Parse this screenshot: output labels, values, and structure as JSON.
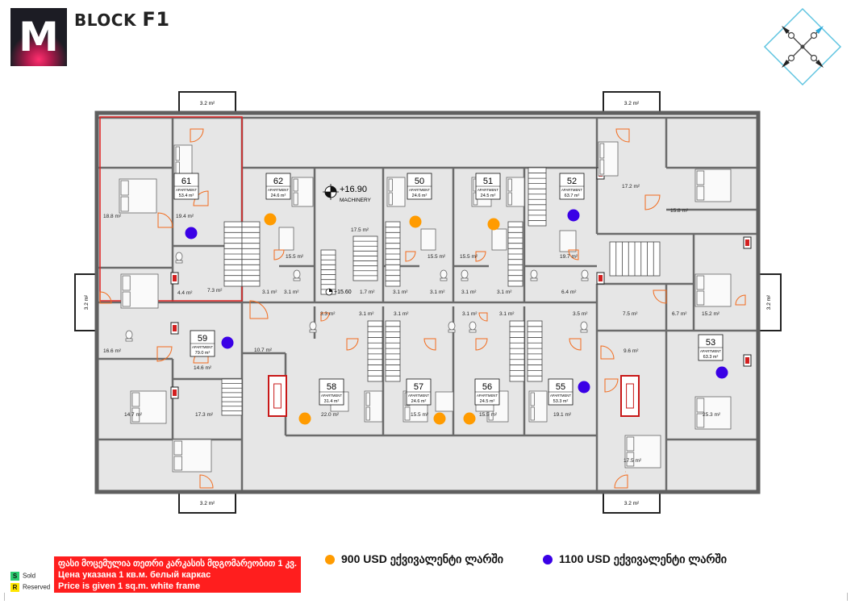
{
  "header": {
    "brand_letter": "M",
    "title_prefix": "BLOCK",
    "title_suffix": "F1"
  },
  "colors": {
    "wall": "#5f5f5f",
    "floor": "#e6e6e6",
    "orange": "#ff9b00",
    "purple": "#3a00e6",
    "red_frame": "#e02424",
    "door": "#f26b1d",
    "legend_bg": "#ff1e1e",
    "compass": "#5fc4e0"
  },
  "balconies": {
    "top_left": "3.2 m²",
    "top_right": "3.2 m²",
    "left": "3.2 m²",
    "right": "3.2 m²",
    "bottom_left": "3.2 m²",
    "bottom_right": "3.2 m²"
  },
  "apartments": [
    {
      "no": "61",
      "label": "APARTMENT",
      "area": "53.4 m²",
      "price": "purple"
    },
    {
      "no": "62",
      "label": "APARTMENT",
      "area": "24.6 m²",
      "price": "orange"
    },
    {
      "no": "50",
      "label": "APARTMENT",
      "area": "24.6 m²",
      "price": "orange"
    },
    {
      "no": "51",
      "label": "APARTMENT",
      "area": "24.5 m²",
      "price": "orange"
    },
    {
      "no": "52",
      "label": "APARTMENT",
      "area": "63.7 m²",
      "price": "purple"
    },
    {
      "no": "59",
      "label": "APARTMENT",
      "area": "79.0 m²",
      "price": "purple"
    },
    {
      "no": "53",
      "label": "APARTMENT",
      "area": "63.3 m²",
      "price": "purple"
    },
    {
      "no": "58",
      "label": "APARTMENT",
      "area": "31.4 m²",
      "price": "orange"
    },
    {
      "no": "57",
      "label": "APARTMENT",
      "area": "24.6 m²",
      "price": "orange"
    },
    {
      "no": "56",
      "label": "APARTMENT",
      "area": "24.5 m²",
      "price": "orange"
    },
    {
      "no": "55",
      "label": "APARTMENT",
      "area": "53.3 m²",
      "price": "purple"
    }
  ],
  "machinery": {
    "level": "+16.90",
    "label": "MACHINERY",
    "sub_level": "+15.60"
  },
  "room_areas": [
    "18.8 m²",
    "19.4 m²",
    "7.3 m²",
    "4.4 m²",
    "15.5 m²",
    "3.1 m²",
    "3.1 m²",
    "17.5 m²",
    "1.7 m²",
    "15.5 m²",
    "3.1 m²",
    "3.1 m²",
    "15.5 m²",
    "3.1 m²",
    "3.1 m²",
    "17.2 m²",
    "15.8 m²",
    "19.7 m²",
    "6.4 m²",
    "16.6 m²",
    "14.6 m²",
    "10.7 m²",
    "3.3 m²",
    "3.1 m²",
    "3.1 m²",
    "3.1 m²",
    "3.1 m²",
    "3.5 m²",
    "7.5 m²",
    "6.7 m²",
    "15.2 m²",
    "9.6 m²",
    "14.7 m²",
    "17.3 m²",
    "22.0 m²",
    "15.5 m²",
    "15.5 m²",
    "19.1 m²",
    "25.3 m²",
    "17.5 m²"
  ],
  "legend": {
    "notes": [
      "ფასი მოცემულია თეთრი კარკასის მდგომარეობით 1 კვ.მ",
      "Цена указана 1 кв.м. белый каркас",
      "Price is given 1 sq.m. white frame"
    ],
    "sold_code": "S",
    "sold_label": "Sold",
    "reserved_code": "R",
    "reserved_label": "Reserved",
    "price_orange": "900 USD ექვივალენტი ლარში",
    "price_purple": "1100 USD ექვივალენტი ლარში"
  }
}
